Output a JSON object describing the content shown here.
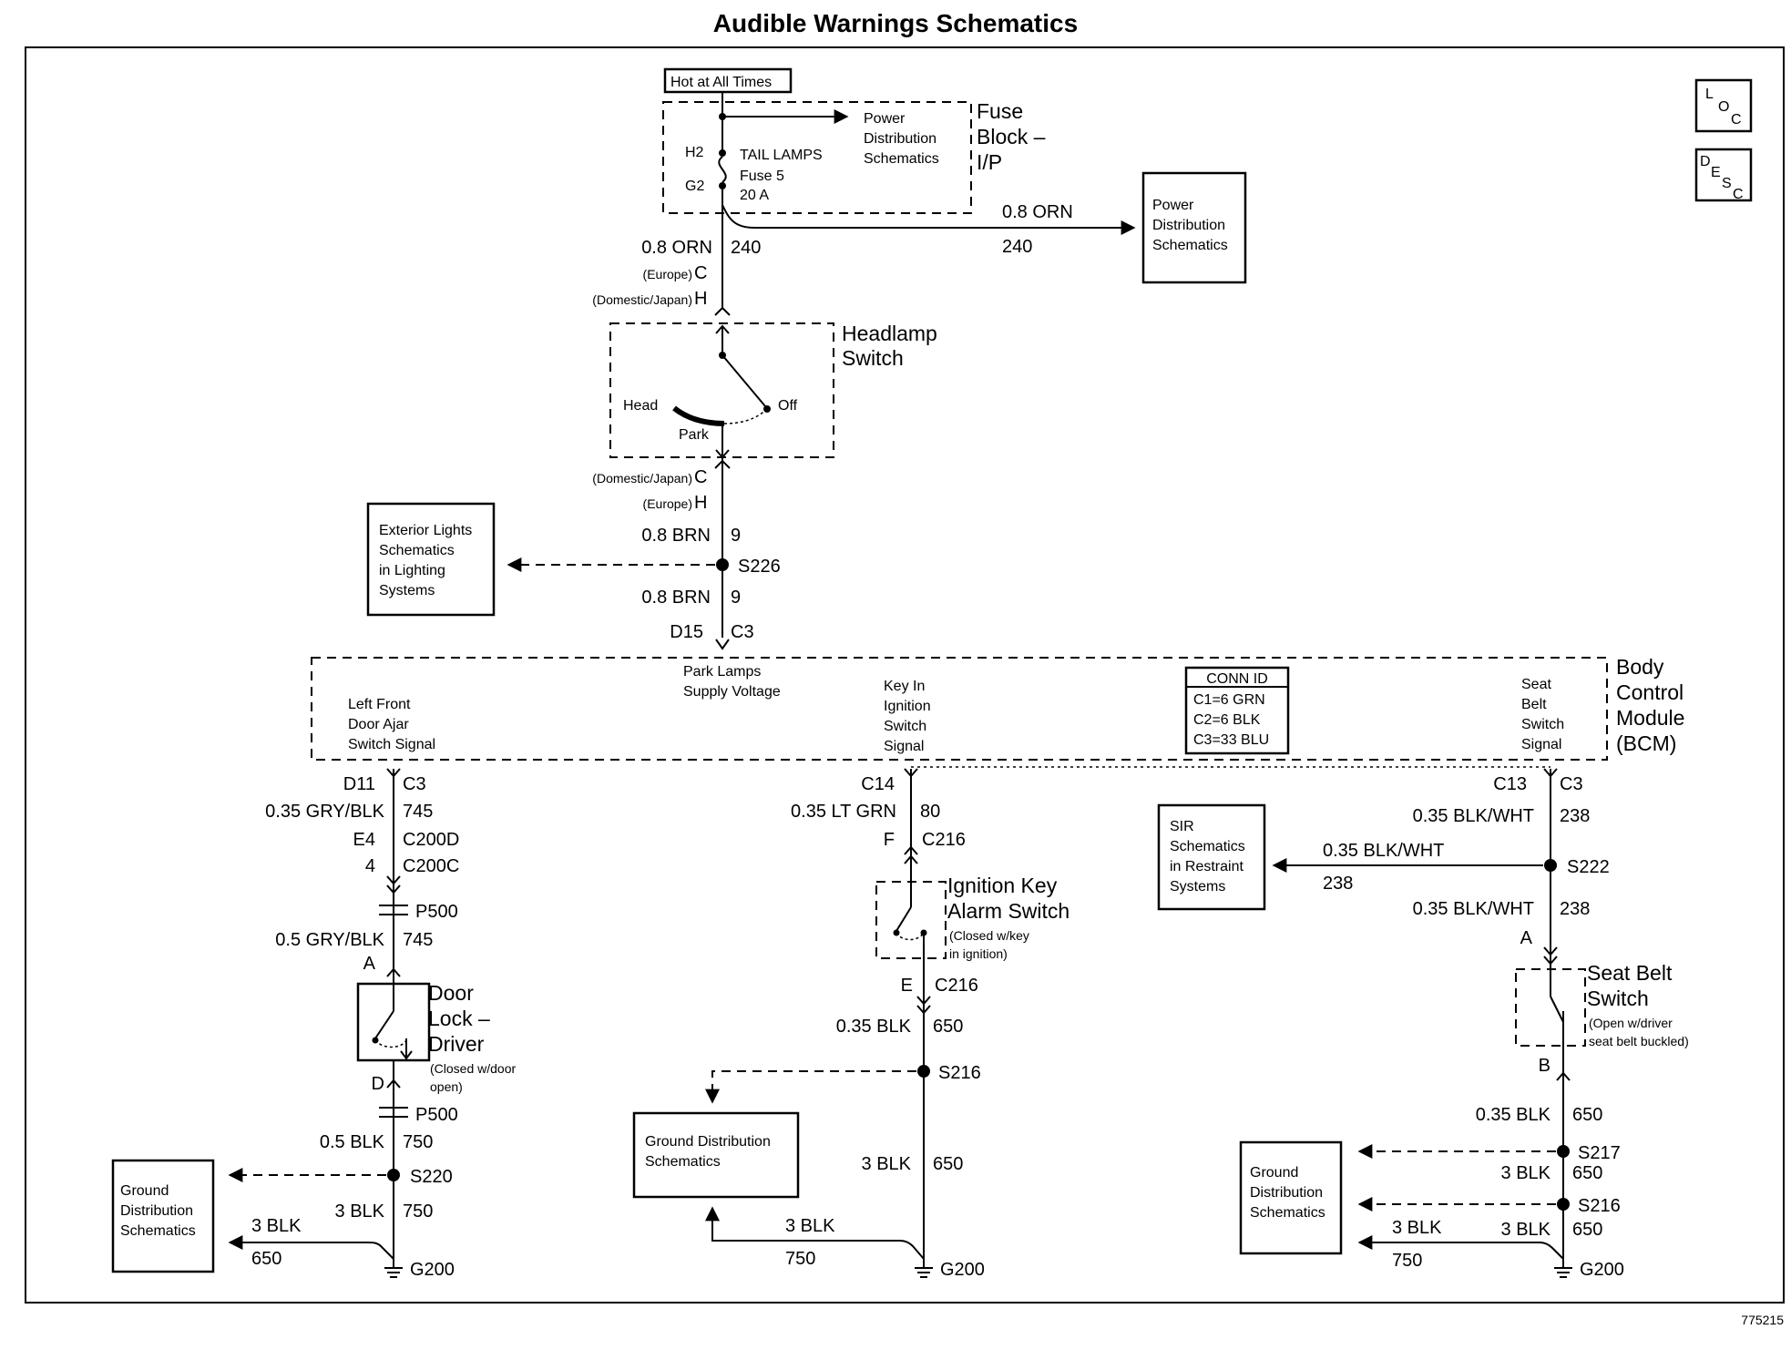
{
  "title": "Audible Warnings Schematics",
  "figure_id": "775215",
  "icons": {
    "loc": [
      "L",
      "O",
      "C"
    ],
    "desc": [
      "D",
      "E",
      "S",
      "C"
    ]
  },
  "fuse": {
    "hot_label": "Hot at All Times",
    "h2": "H2",
    "g2": "G2",
    "name_lines": [
      "TAIL LAMPS",
      "Fuse 5",
      "20 A"
    ],
    "block_lines": [
      "Fuse",
      "Block –",
      "I/P"
    ],
    "pd_inner": [
      "Power",
      "Distribution",
      "Schematics"
    ],
    "pd_box": [
      "Power",
      "Distribution",
      "Schematics"
    ],
    "wire_right_color": "0.8 ORN",
    "wire_right_num": "240"
  },
  "main_feed": {
    "color": "0.8 ORN",
    "num": "240",
    "top_conn_a_note": "(Europe)",
    "top_conn_a": "C",
    "top_conn_b_note": "(Domestic/Japan)",
    "top_conn_b": "H"
  },
  "headlamp": {
    "title_lines": [
      "Headlamp",
      "Switch"
    ],
    "head": "Head",
    "off": "Off",
    "park": "Park",
    "bot_conn_a_note": "(Domestic/Japan)",
    "bot_conn_a": "C",
    "bot_conn_b_note": "(Europe)",
    "bot_conn_b": "H"
  },
  "splice_s226": {
    "name": "S226",
    "upper_color": "0.8 BRN",
    "upper_num": "9",
    "lower_color": "0.8 BRN",
    "lower_num": "9",
    "pin": "D15",
    "conn": "C3",
    "ext_box": [
      "Exterior Lights",
      "Schematics",
      "in Lighting",
      "Systems"
    ]
  },
  "bcm": {
    "title_lines": [
      "Body",
      "Control",
      "Module",
      "(BCM)"
    ],
    "park_lines": [
      "Park Lamps",
      "Supply Voltage"
    ],
    "left_front_lines": [
      "Left Front",
      "Door Ajar",
      "Switch Signal"
    ],
    "key_in_lines": [
      "Key In",
      "Ignition",
      "Switch",
      "Signal"
    ],
    "seat_belt_lines": [
      "Seat",
      "Belt",
      "Switch",
      "Signal"
    ],
    "conn_id": {
      "title": "CONN ID",
      "rows": [
        "C1=6 GRN",
        "C2=6 BLK",
        "C3=33 BLU"
      ]
    }
  },
  "left_circuit": {
    "pin": "D11",
    "conn": "C3",
    "w1_color": "0.35 GRY/BLK",
    "w1_num": "745",
    "c200d_pin": "E4",
    "c200d": "C200D",
    "c200c_pin": "4",
    "c200c": "C200C",
    "p500a": "P500",
    "w2_color": "0.5 GRY/BLK",
    "w2_num": "745",
    "pin_a": "A",
    "switch_lines": [
      "Door",
      "Lock –",
      "Driver"
    ],
    "switch_note": [
      "(Closed w/door",
      "open)"
    ],
    "pin_d": "D",
    "p500b": "P500",
    "w3_color": "0.5 BLK",
    "w3_num": "750",
    "splice": "S220",
    "w4_color": "3 BLK",
    "w4_num": "750",
    "gd_lines": [
      "Ground",
      "Distribution",
      "Schematics"
    ],
    "gd_w_color": "3 BLK",
    "gd_w_num": "650",
    "ground": "G200"
  },
  "middle_circuit": {
    "pin": "C14",
    "w1_color": "0.35 LT GRN",
    "w1_num": "80",
    "pin_f": "F",
    "c216_top": "C216",
    "switch_lines": [
      "Ignition Key",
      "Alarm Switch"
    ],
    "switch_note": [
      "(Closed w/key",
      "in ignition)"
    ],
    "pin_e": "E",
    "c216_bot": "C216",
    "w2_color": "0.35 BLK",
    "w2_num": "650",
    "splice": "S216",
    "gd_lines": [
      "Ground Distribution",
      "Schematics"
    ],
    "w3_color": "3 BLK",
    "w3_num": "650",
    "gd_w_color": "3 BLK",
    "gd_w_num": "750",
    "ground": "G200"
  },
  "right_circuit": {
    "pin": "C13",
    "conn": "C3",
    "w1_color": "0.35 BLK/WHT",
    "w1_num": "238",
    "splice": "S222",
    "sir_w_color": "0.35 BLK/WHT",
    "sir_w_num": "238",
    "sir_lines": [
      "SIR",
      "Schematics",
      "in Restraint",
      "Systems"
    ],
    "w2_color": "0.35 BLK/WHT",
    "w2_num": "238",
    "pin_a": "A",
    "switch_lines": [
      "Seat Belt",
      "Switch"
    ],
    "switch_note": [
      "(Open w/driver",
      "seat belt buckled)"
    ],
    "pin_b": "B",
    "w3_color": "0.35 BLK",
    "w3_num": "650",
    "splice1": "S217",
    "w4_color": "3 BLK",
    "w4_num": "650",
    "splice2": "S216",
    "w5_color": "3 BLK",
    "w5_num": "650",
    "gd_lines": [
      "Ground",
      "Distribution",
      "Schematics"
    ],
    "gd_w_color": "3 BLK",
    "gd_w_num": "750",
    "ground": "G200"
  }
}
